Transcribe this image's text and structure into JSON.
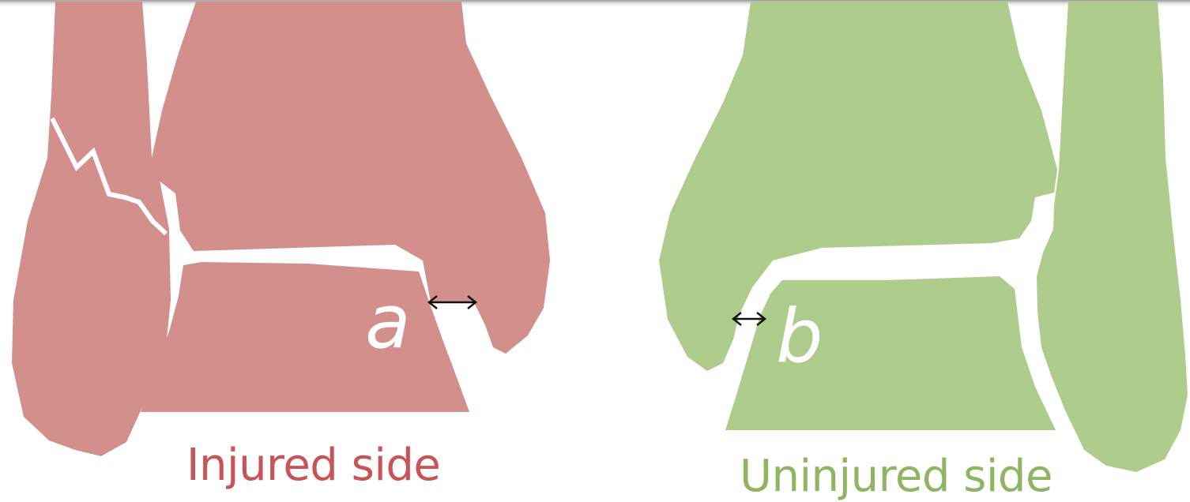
{
  "colors": {
    "injured": "#d28f8b",
    "uninjured": "#aecc8b",
    "injured_text": "#c95457",
    "uninjured_text": "#8eb562",
    "gap": "#ffffff",
    "arrow": "#111111"
  },
  "injured": {
    "label": "a",
    "caption": "Injured side"
  },
  "uninjured": {
    "label": "b",
    "caption": "Uninjured side"
  },
  "icons": {
    "measure_arrow": "double-headed-arrow-icon",
    "fracture": "zigzag-fracture-line"
  }
}
